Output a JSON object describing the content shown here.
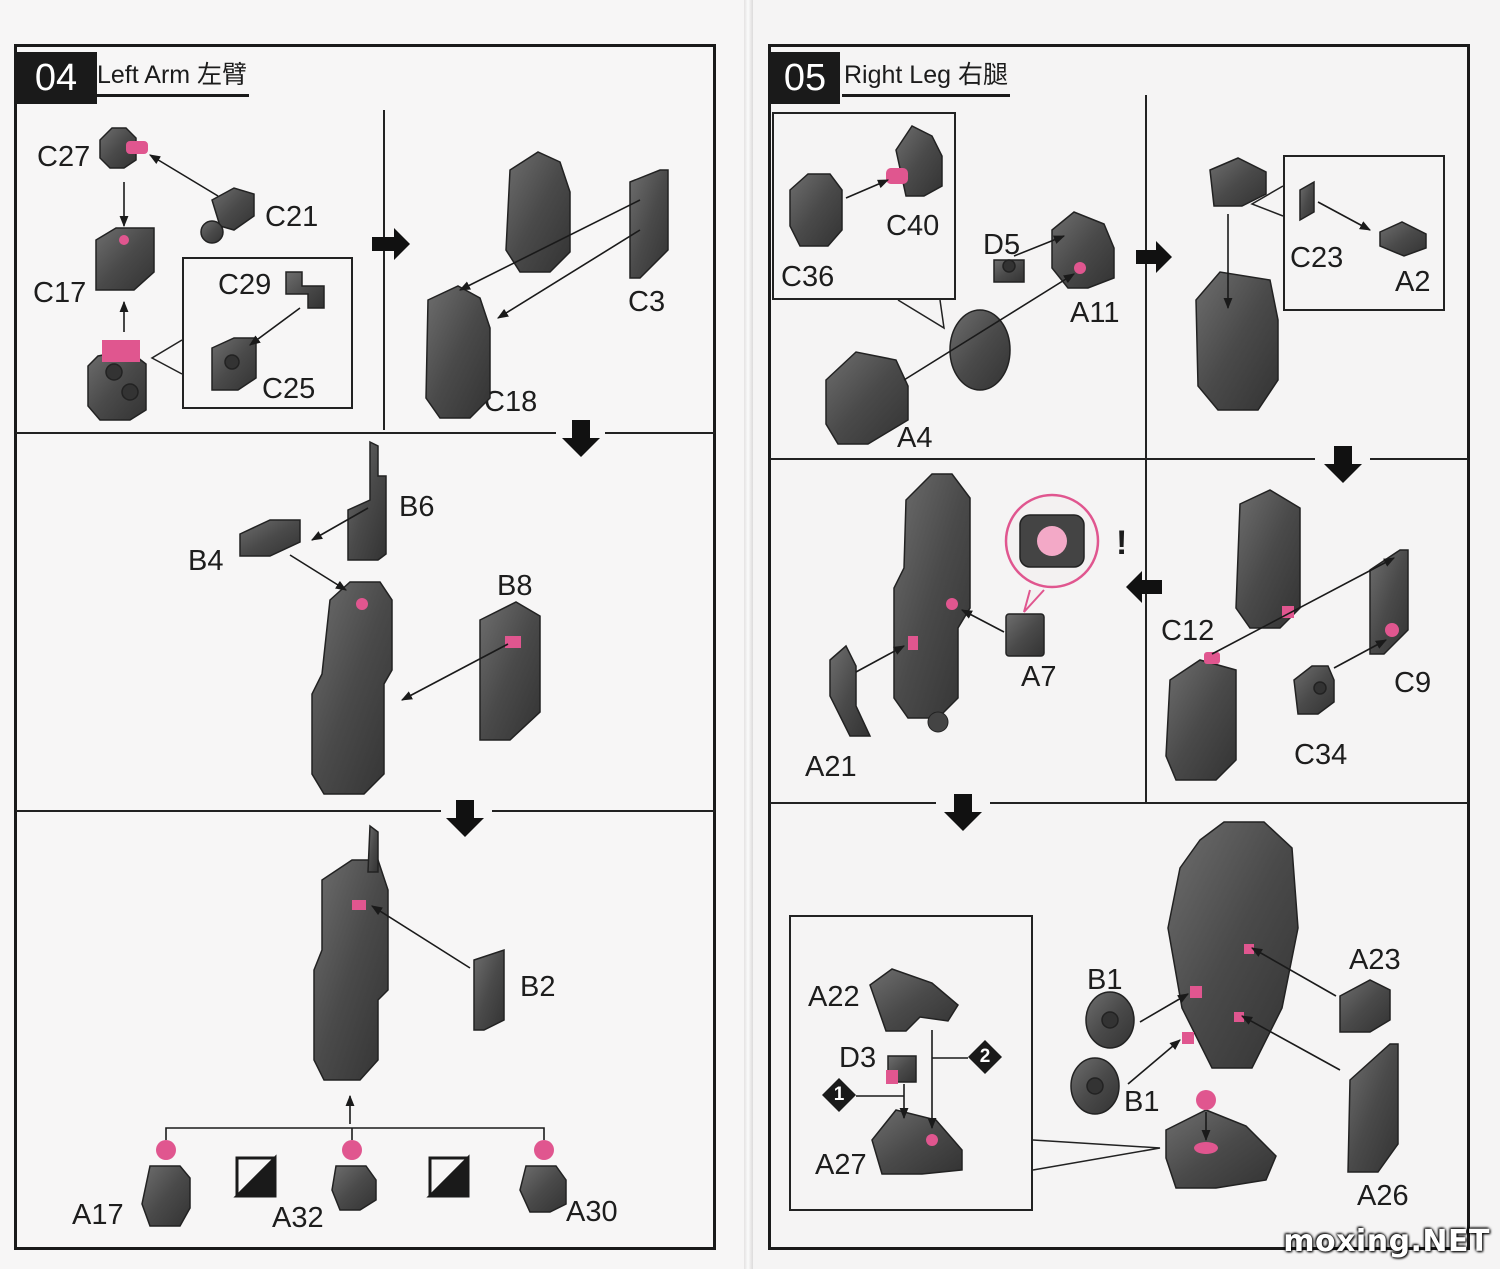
{
  "step04": {
    "number": "04",
    "title": "Left Arm 左臂",
    "labels": {
      "c27": "C27",
      "c21": "C21",
      "c17": "C17",
      "c29": "C29",
      "c25": "C25",
      "c3": "C3",
      "c18": "C18",
      "b6": "B6",
      "b4": "B4",
      "b8": "B8",
      "b2": "B2",
      "a17": "A17",
      "a32": "A32",
      "a30": "A30"
    }
  },
  "step05": {
    "number": "05",
    "title": "Right Leg 右腿",
    "labels": {
      "c40": "C40",
      "c36": "C36",
      "d5": "D5",
      "a11": "A11",
      "a4": "A4",
      "c23": "C23",
      "a2": "A2",
      "a7": "A7",
      "a21": "A21",
      "c12": "C12",
      "c9": "C9",
      "c34": "C34",
      "a22": "A22",
      "d3": "D3",
      "a27": "A27",
      "b1_top": "B1",
      "b1_bottom": "B1",
      "a23": "A23",
      "a26": "A26"
    },
    "badges": {
      "one": "1",
      "two": "2"
    },
    "caution_mark": "!"
  },
  "watermark": "moxing.NET",
  "colors": {
    "accent": "#e0568f",
    "part": "#4a4a4a",
    "frame": "#1a1a1a"
  }
}
